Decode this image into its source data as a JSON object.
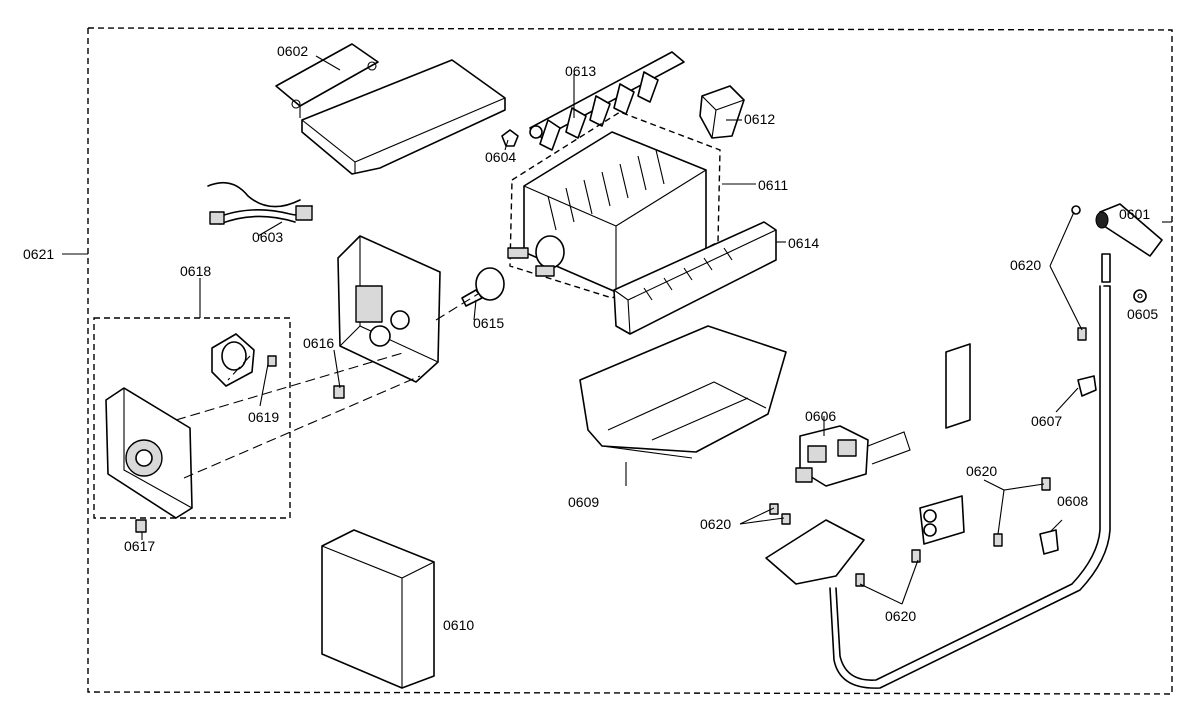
{
  "labels": {
    "p0601": "0601",
    "p0602": "0602",
    "p0603": "0603",
    "p0604": "0604",
    "p0605": "0605",
    "p0606": "0606",
    "p0607": "0607",
    "p0608": "0608",
    "p0609": "0609",
    "p0610": "0610",
    "p0611": "0611",
    "p0612": "0612",
    "p0613": "0613",
    "p0614": "0614",
    "p0615": "0615",
    "p0616": "0616",
    "p0617": "0617",
    "p0618": "0618",
    "p0619": "0619",
    "p0620": "0620",
    "p0621": "0621"
  }
}
